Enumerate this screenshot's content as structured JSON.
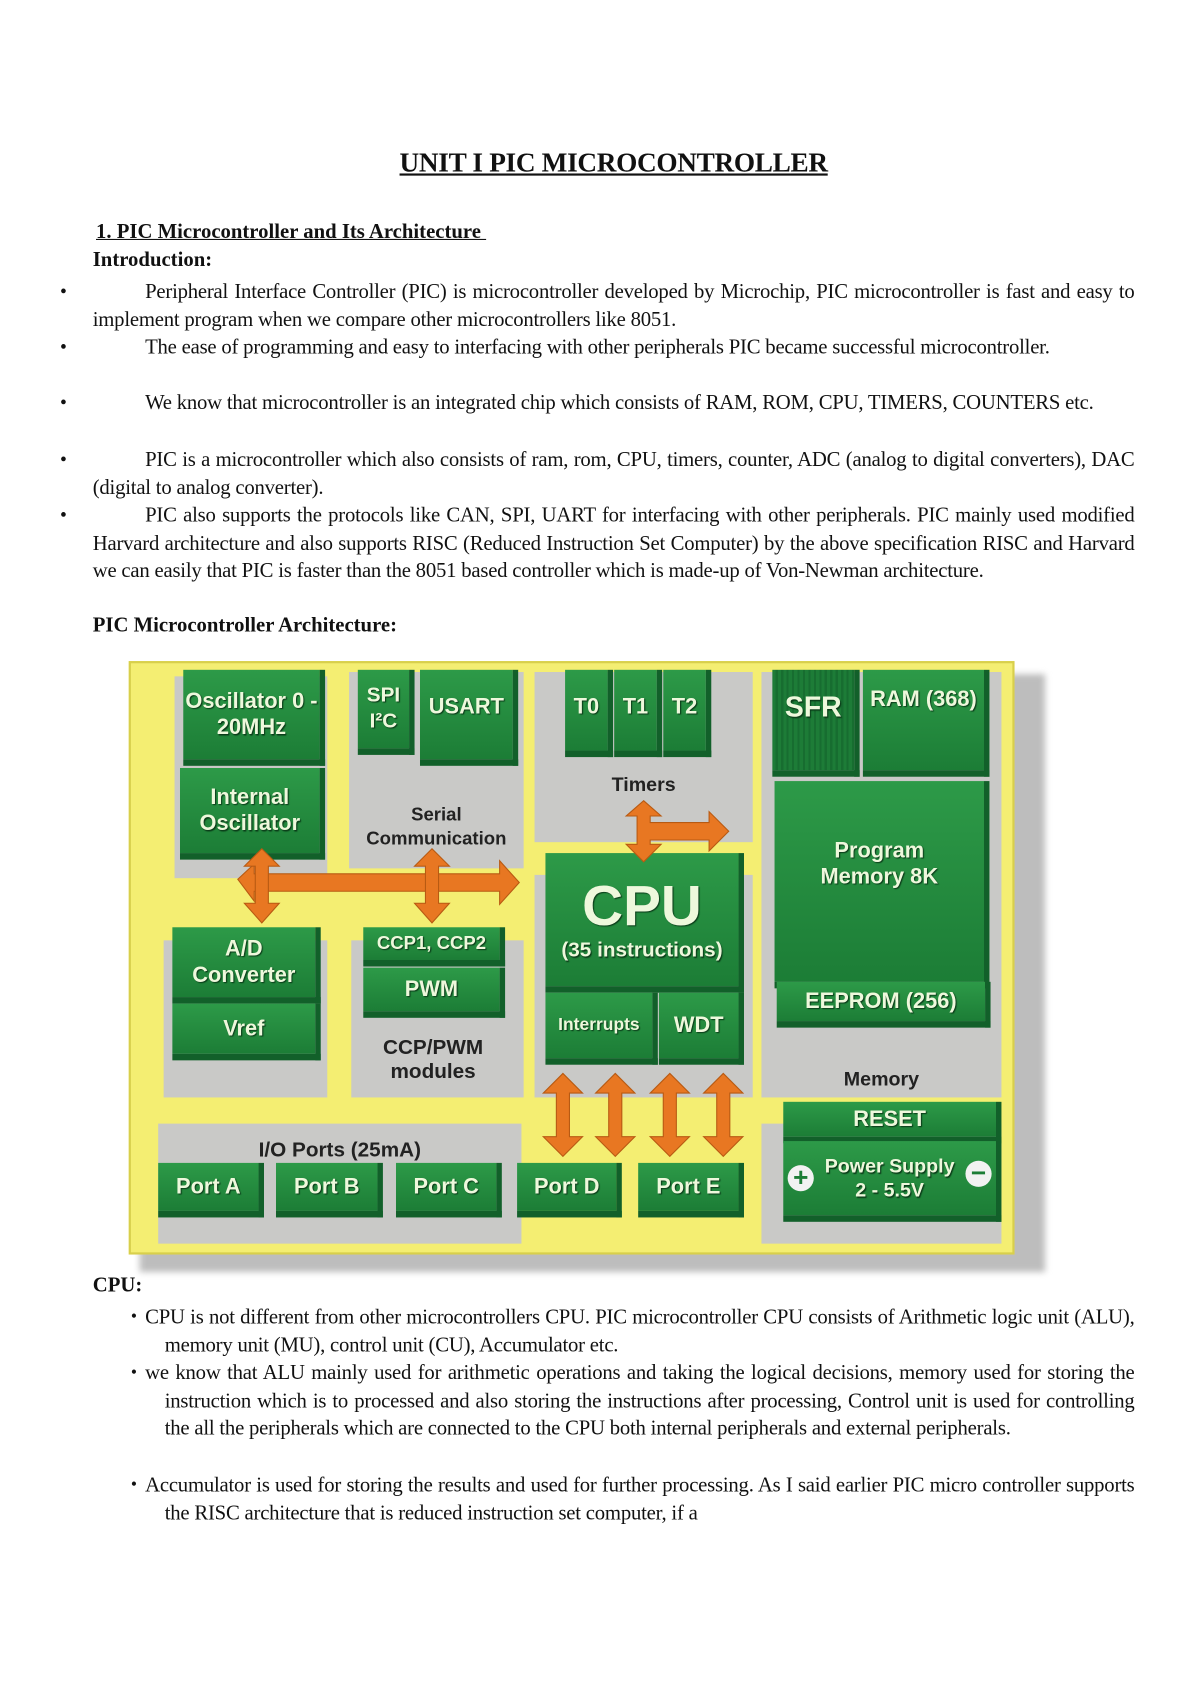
{
  "title": "UNIT I PIC MICROCONTROLLER",
  "section_heading": "1. PIC Microcontroller and Its Architecture ",
  "intro_heading": "Introduction:",
  "intro_bullets": [
    "Peripheral Interface Controller (PIC) is microcontroller developed by Microchip, PIC microcontroller is fast and easy to implement program when we compare other microcontrollers like 8051.",
    "The ease of programming and easy to interfacing with other peripherals PIC became successful microcontroller.",
    "We know that microcontroller is an integrated chip which consists of RAM, ROM, CPU, TIMERS, COUNTERS etc.",
    "PIC is a microcontroller which also consists of ram, rom, CPU, timers, counter, ADC (analog to digital converters), DAC (digital to analog converter).",
    "PIC also supports the protocols like CAN, SPI, UART for interfacing with other peripherals. PIC mainly used modified Harvard architecture and also supports RISC (Reduced Instruction Set Computer) by the above specification RISC and Harvard we can easily that PIC is faster than the 8051 based controller which is made-up of Von-Newman architecture."
  ],
  "architecture_heading": "PIC Microcontroller Architecture:",
  "diagram": {
    "oscillator": "Oscillator 0 - 20MHz",
    "internal_oscillator": "Internal Oscillator",
    "spi_i2c": "SPI I²C",
    "usart": "USART",
    "serial_label": "Serial Communication",
    "t0": "T0",
    "t1": "T1",
    "t2": "T2",
    "timers_label": "Timers",
    "sfr": "SFR",
    "ram": "RAM (368)",
    "program_memory": "Program Memory 8K",
    "eeprom": "EEPROM (256)",
    "memory_label": "Memory",
    "cpu": "CPU",
    "cpu_instructions": "(35 instructions)",
    "interrupts": "Interrupts",
    "wdt": "WDT",
    "ad_converter": "A/D Converter",
    "vref": "Vref",
    "ccp": "CCP1, CCP2",
    "pwm": "PWM",
    "ccp_label": "CCP/PWM modules",
    "io_label": "I/O Ports (25mA)",
    "ports": [
      "Port A",
      "Port B",
      "Port C",
      "Port D",
      "Port E"
    ],
    "reset": "RESET",
    "power_supply": "Power Supply",
    "voltage": "2 - 5.5V",
    "plus": "+",
    "minus": "−",
    "colors": {
      "board": "#f4ee72",
      "block": "#1f8a3a",
      "arrow": "#e87722",
      "panel": "#c9c9c7"
    }
  },
  "cpu_heading": "CPU:",
  "cpu_bullets": [
    "CPU is not different from other microcontrollers CPU. PIC microcontroller CPU consists of Arithmetic logic unit (ALU), memory unit (MU), control unit (CU), Accumulator etc.",
    "we know that ALU mainly used for arithmetic operations and taking the logical decisions, memory used for storing the instruction which is to processed and also storing the instructions after processing, Control unit is used for controlling the all the peripherals which are connected to the CPU both internal peripherals and external peripherals.",
    "Accumulator is used for storing the results and used for further processing. As I said earlier PIC micro controller supports the RISC architecture that is reduced instruction set computer, if a"
  ],
  "bullet_glyph": "•"
}
